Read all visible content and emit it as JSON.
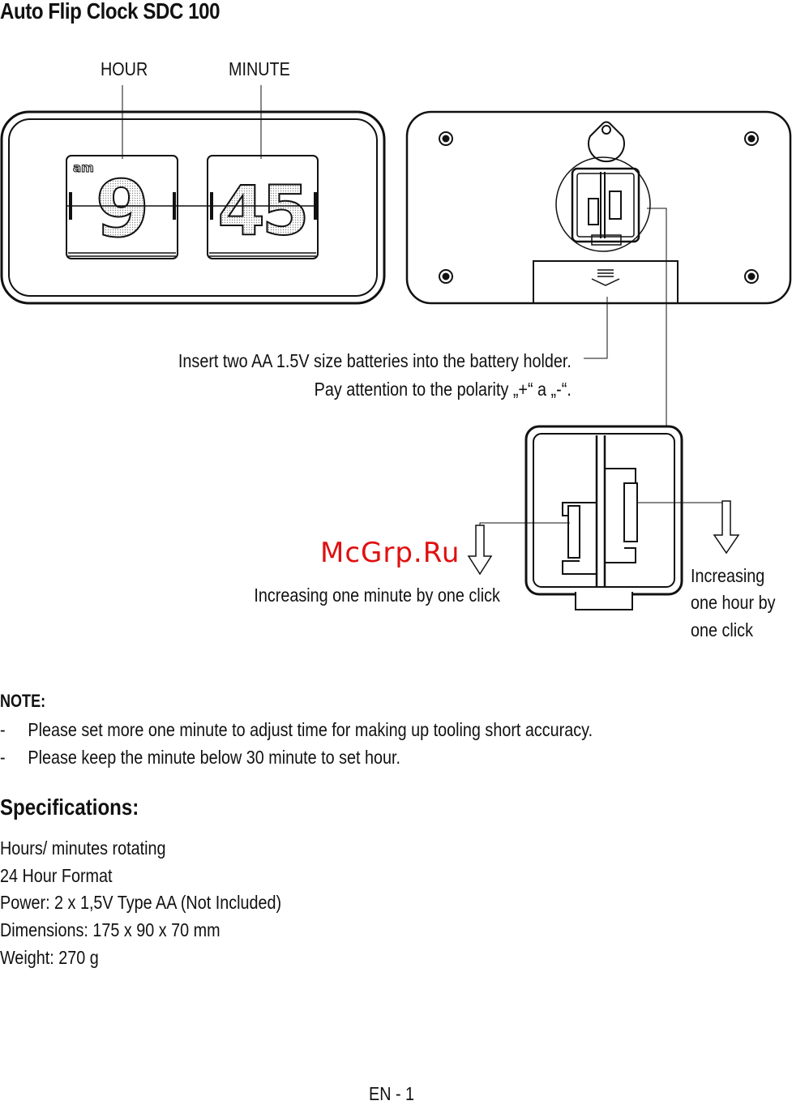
{
  "document": {
    "title": "Auto Flip Clock SDC 100",
    "footer": "EN - 1"
  },
  "diagram": {
    "front": {
      "hour_label": "HOUR",
      "minute_label": "MINUTE",
      "hour_digit": "9",
      "minute_digits": "45",
      "ampm": "am"
    },
    "battery_instruction": {
      "line1": "Insert two AA 1.5V size batteries into the battery holder.",
      "line2": "Pay attention to the polarity „+“ a „-“."
    },
    "minute_button_label": "Increasing one minute by one click",
    "hour_button_label": [
      "Increasing",
      "one hour by",
      "one click"
    ]
  },
  "watermark": "McGrp.Ru",
  "note": {
    "heading": "NOTE:",
    "items": [
      {
        "bullet": "-",
        "text": "Please set more one minute to adjust time for making up tooling short accuracy."
      },
      {
        "bullet": "-",
        "text": "Please keep the minute below 30 minute to set hour."
      }
    ]
  },
  "specifications": {
    "heading": "Specifications:",
    "items": [
      "Hours/ minutes rotating",
      "24 Hour Format",
      "Power: 2 x 1,5V Type AA (Not Included)",
      "Dimensions: 175 x 90 x 70 mm",
      "Weight: 270 g"
    ]
  }
}
